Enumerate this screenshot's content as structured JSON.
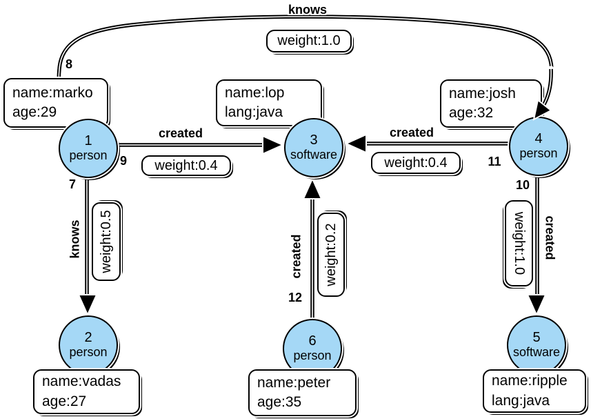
{
  "colors": {
    "vertex_fill": "#a5d8f6",
    "stroke": "#000000",
    "box_fill": "#ffffff"
  },
  "vertices": {
    "v1": {
      "id": "1",
      "type": "person",
      "prop1": "name:marko",
      "prop2": "age:29"
    },
    "v2": {
      "id": "2",
      "type": "person",
      "prop1": "name:vadas",
      "prop2": "age:27"
    },
    "v3": {
      "id": "3",
      "type": "software",
      "prop1": "name:lop",
      "prop2": "lang:java"
    },
    "v4": {
      "id": "4",
      "type": "person",
      "prop1": "name:josh",
      "prop2": "age:32"
    },
    "v5": {
      "id": "5",
      "type": "software",
      "prop1": "name:ripple",
      "prop2": "lang:java"
    },
    "v6": {
      "id": "6",
      "type": "person",
      "prop1": "name:peter",
      "prop2": "age:35"
    }
  },
  "edges": {
    "e7": {
      "id": "7",
      "label": "knows",
      "weight": "weight:0.5",
      "from": "1",
      "to": "2"
    },
    "e8": {
      "id": "8",
      "label": "knows",
      "weight": "weight:1.0",
      "from": "1",
      "to": "4"
    },
    "e9": {
      "id": "9",
      "label": "created",
      "weight": "weight:0.4",
      "from": "1",
      "to": "3"
    },
    "e10": {
      "id": "10",
      "label": "created",
      "weight": "weight:1.0",
      "from": "4",
      "to": "5"
    },
    "e11": {
      "id": "11",
      "label": "created",
      "weight": "weight:0.4",
      "from": "4",
      "to": "3"
    },
    "e12": {
      "id": "12",
      "label": "created",
      "weight": "weight:0.2",
      "from": "6",
      "to": "3"
    }
  }
}
